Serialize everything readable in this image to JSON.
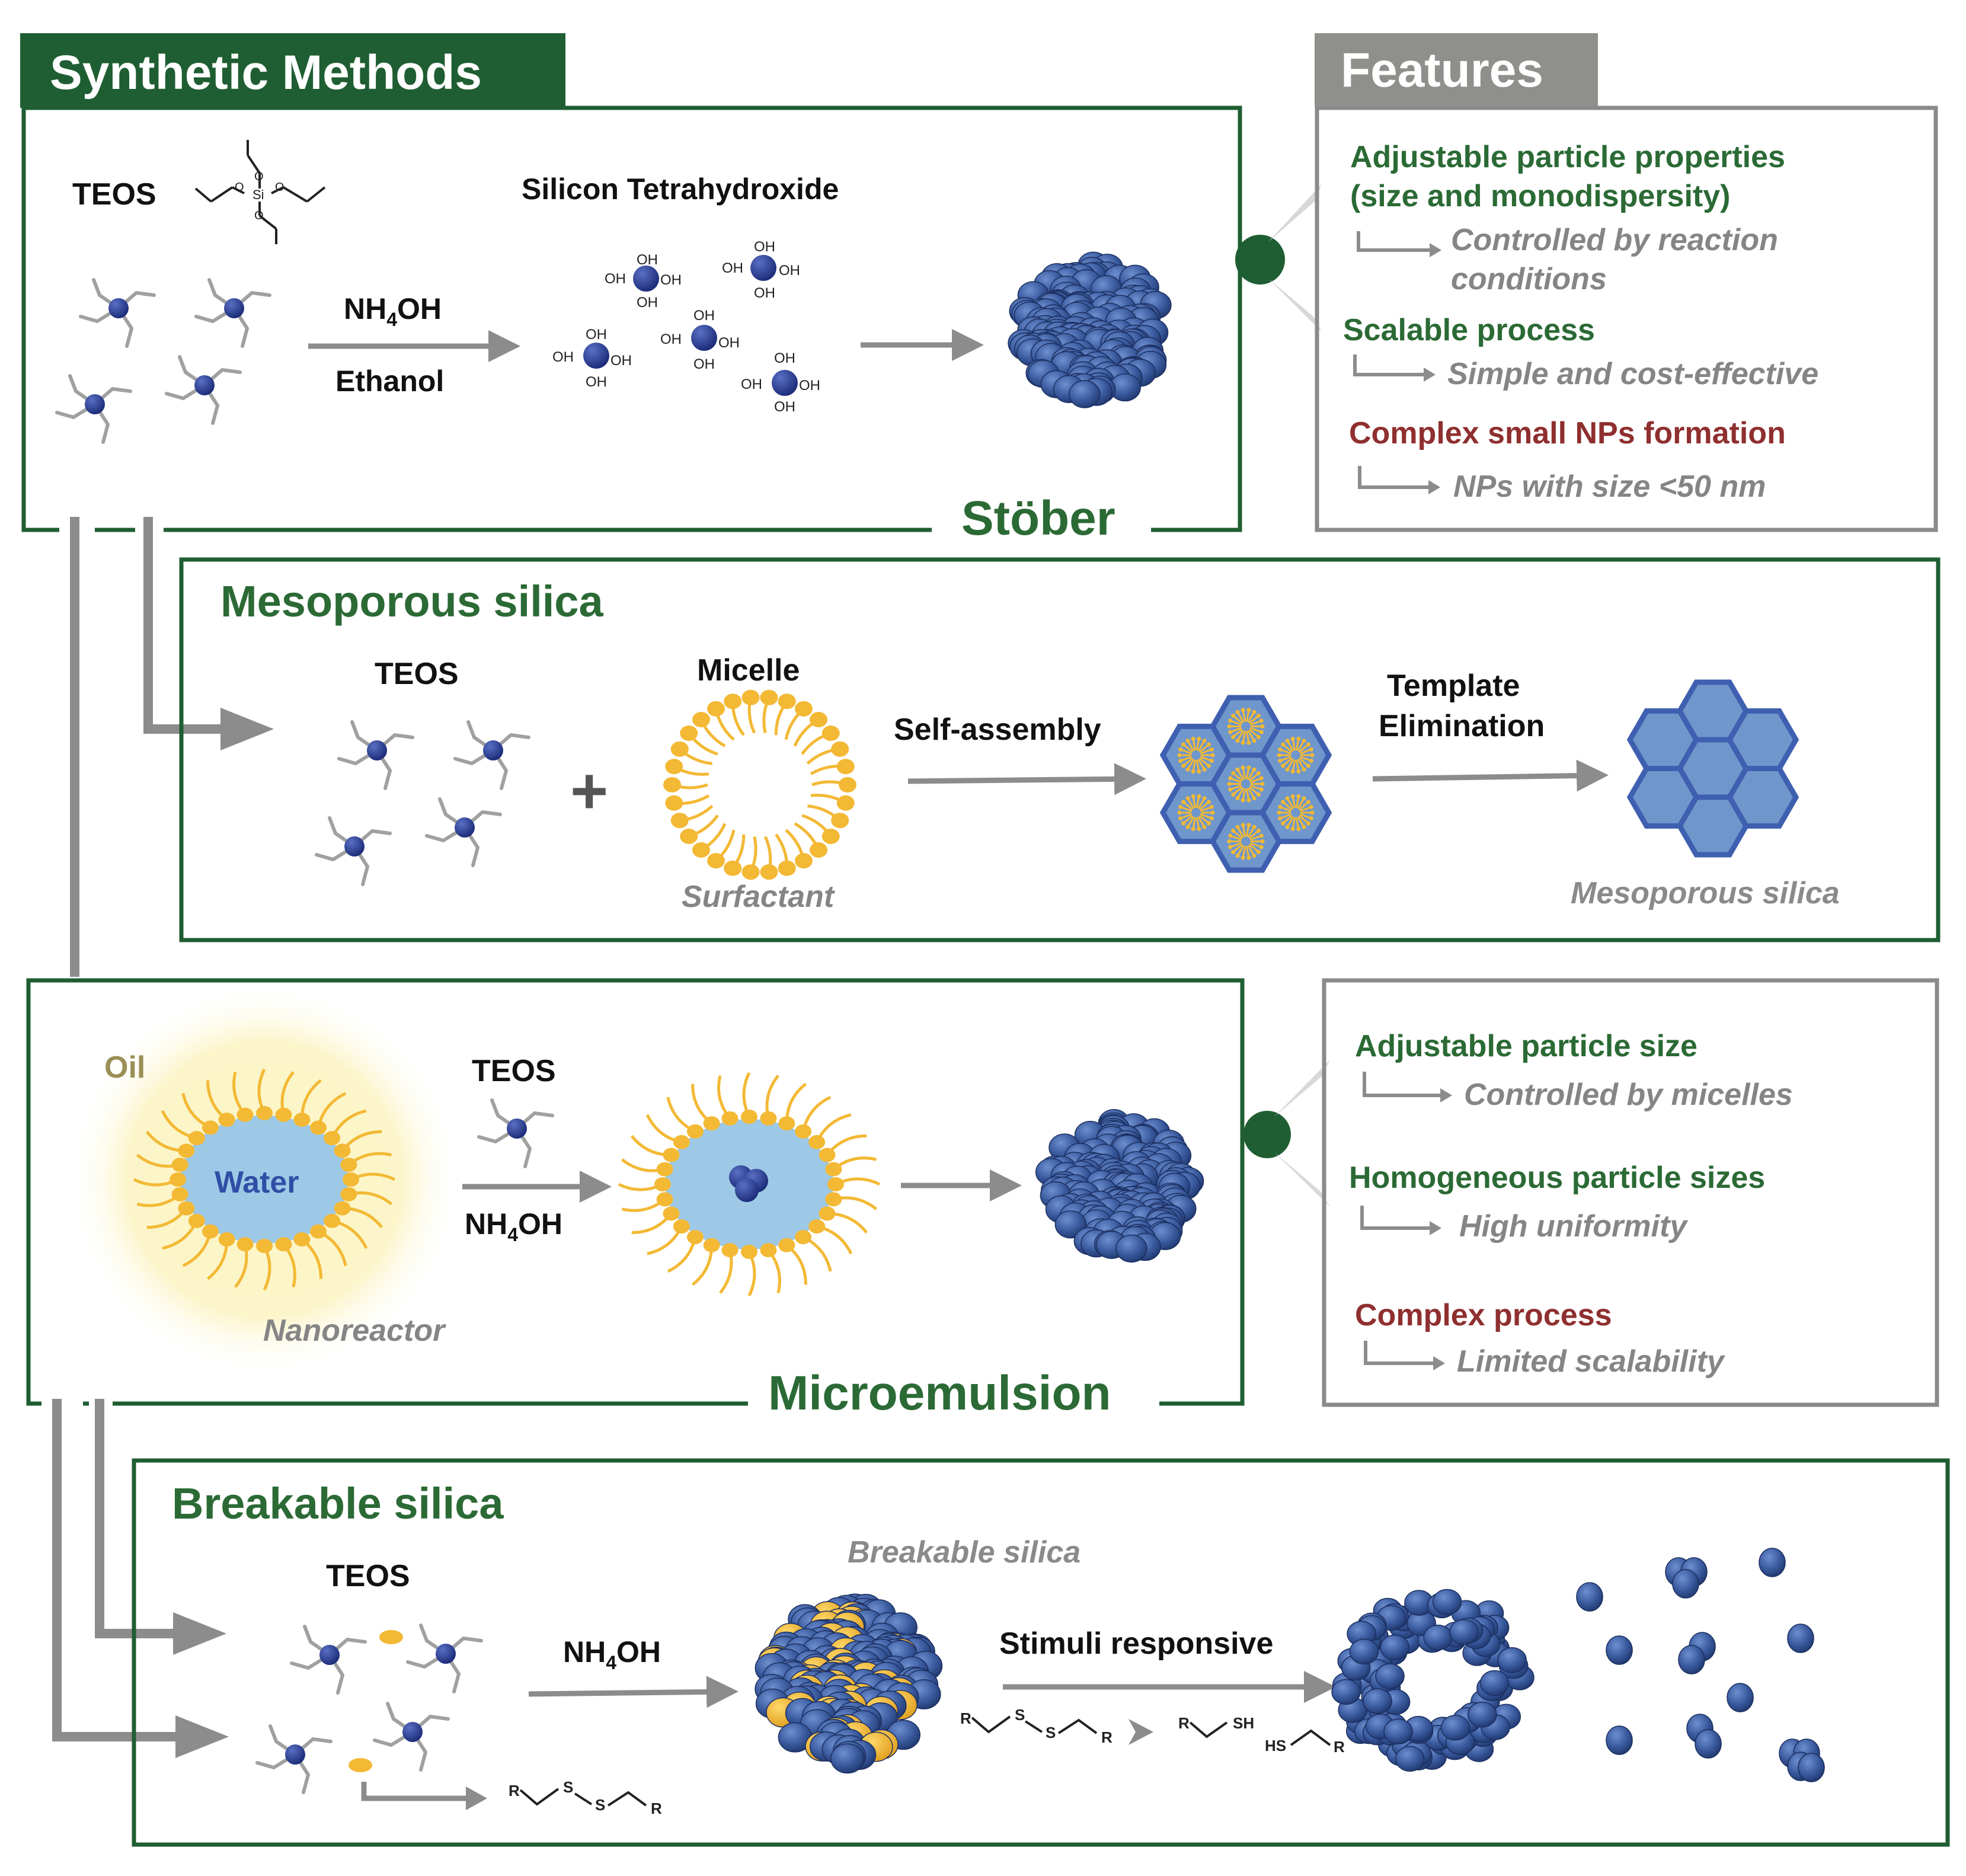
{
  "colors": {
    "green_dark": "#1f5e32",
    "green_text": "#2b6a35",
    "gray_box": "#8a8a8a",
    "gray_arrow": "#8c8c8c",
    "red_text": "#8f2f2f",
    "blue": "#3d5fa3",
    "blue_dark": "#233a78",
    "yellow": "#f3b935",
    "light_blue": "#9ec9e6",
    "hex_fill": "#6f97cc",
    "hex_stroke": "#3f5fb0"
  },
  "headers": {
    "synthetic": "Synthetic Methods",
    "features": "Features"
  },
  "stober": {
    "title": "Stöber",
    "teos_label": "TEOS",
    "si_label": "Si",
    "silicon_label": "Silicon Tetrahydroxide",
    "reagent": "NH",
    "reagent_sub": "4",
    "reagent_tail": "OH",
    "solvent": "Ethanol",
    "oh": "OH"
  },
  "stober_features": {
    "f1_title_line1": "Adjustable particle properties",
    "f1_title_line2": "(size and monodispersity)",
    "f1_sub_line1": "Controlled by reaction",
    "f1_sub_line2": "conditions",
    "f2_title": "Scalable process",
    "f2_sub": "Simple and cost-effective",
    "f3_title": "Complex small NPs formation",
    "f3_sub": "NPs with size <50 nm"
  },
  "mesoporous": {
    "title": "Mesoporous silica",
    "teos_label": "TEOS",
    "plus": "+",
    "micelle_label": "Micelle",
    "surfactant_label": "Surfactant",
    "self_assembly": "Self-assembly",
    "template_line1": "Template",
    "template_line2": "Elimination",
    "product_label": "Mesoporous silica"
  },
  "microemulsion": {
    "title": "Microemulsion",
    "oil": "Oil",
    "water": "Water",
    "nanoreactor": "Nanoreactor",
    "teos_label": "TEOS",
    "reagent": "NH",
    "reagent_sub": "4",
    "reagent_tail": "OH"
  },
  "micro_features": {
    "f1_title": "Adjustable particle size",
    "f1_sub": "Controlled by micelles",
    "f2_title": "Homogeneous particle sizes",
    "f2_sub": "High uniformity",
    "f3_title": "Complex process",
    "f3_sub": "Limited scalability"
  },
  "breakable": {
    "title": "Breakable silica",
    "teos_label": "TEOS",
    "reagent": "NH",
    "reagent_sub": "4",
    "reagent_tail": "OH",
    "product_label": "Breakable silica",
    "stimuli": "Stimuli responsive",
    "r": "R",
    "s": "S",
    "sh": "SH",
    "hs": "HS"
  }
}
